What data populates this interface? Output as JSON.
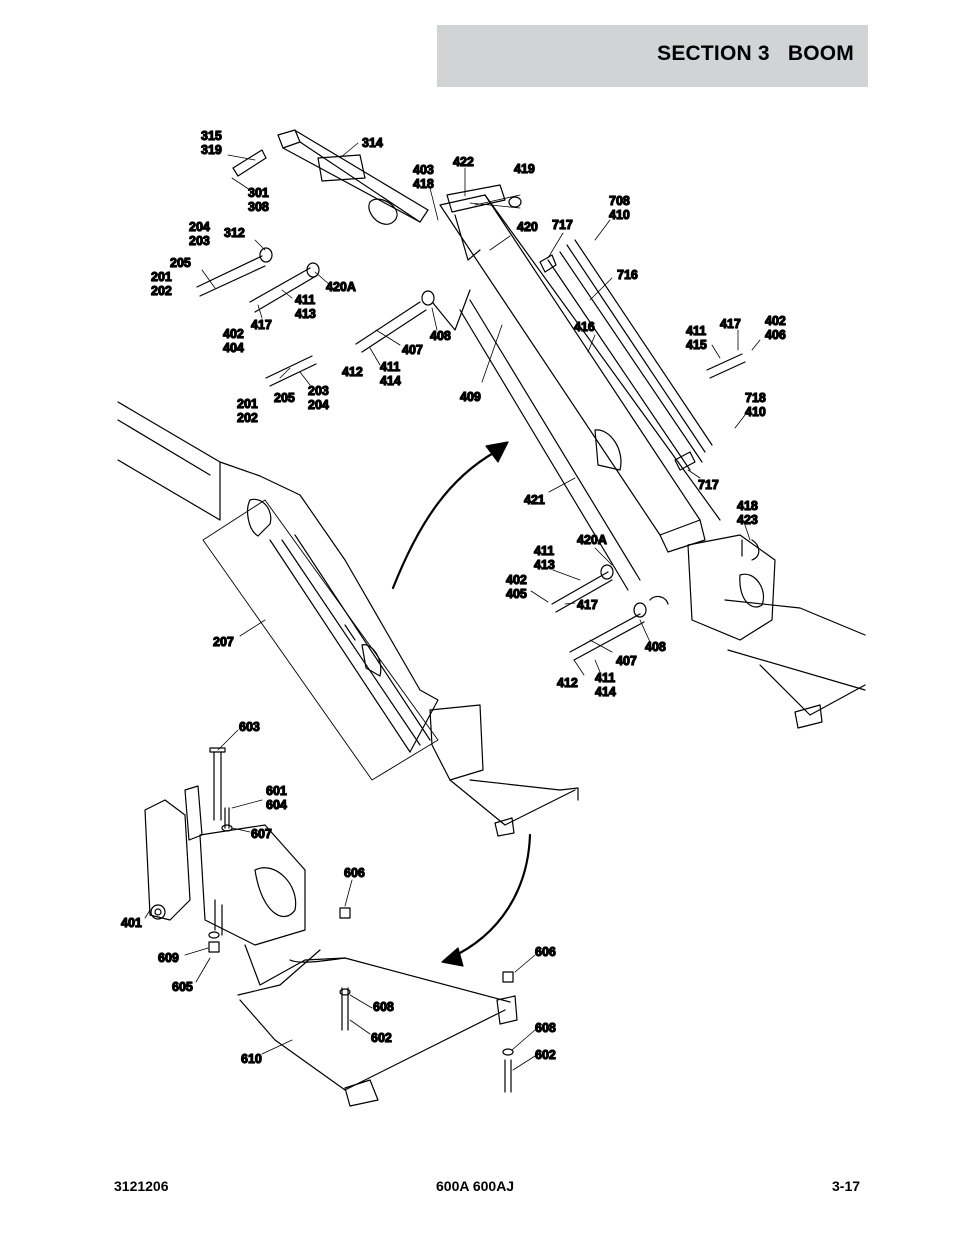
{
  "header": {
    "section_title": "SECTION 3   BOOM"
  },
  "footer": {
    "left": "3121206",
    "center": "600A 600AJ",
    "right": "3-17"
  },
  "callouts": {
    "c315_319": [
      "315",
      "319"
    ],
    "c314": [
      "314"
    ],
    "c301_308": [
      "301",
      "308"
    ],
    "c403_418": [
      "403",
      "418"
    ],
    "c422": [
      "422"
    ],
    "c419": [
      "419"
    ],
    "c204_203": [
      "204",
      "203"
    ],
    "c312": [
      "312"
    ],
    "c205a": [
      "205"
    ],
    "c201_202a": [
      "201",
      "202"
    ],
    "c420": [
      "420"
    ],
    "c717a": [
      "717"
    ],
    "c708_410": [
      "708",
      "410"
    ],
    "c716": [
      "716"
    ],
    "c420A_a": [
      "420A"
    ],
    "c411_413a": [
      "411",
      "413"
    ],
    "c417a": [
      "417"
    ],
    "c402_404": [
      "402",
      "404"
    ],
    "c408a": [
      "408"
    ],
    "c407a": [
      "407"
    ],
    "c412a": [
      "412"
    ],
    "c411_414a": [
      "411",
      "414"
    ],
    "c416": [
      "416"
    ],
    "c411_415": [
      "411",
      "415"
    ],
    "c417b": [
      "417"
    ],
    "c402_406": [
      "402",
      "406"
    ],
    "c201_202b": [
      "201",
      "202"
    ],
    "c205b": [
      "205"
    ],
    "c203_204": [
      "203",
      "204"
    ],
    "c409": [
      "409"
    ],
    "c718_410": [
      "718",
      "410"
    ],
    "c717b": [
      "717"
    ],
    "c421": [
      "421"
    ],
    "c418_423": [
      "418",
      "423"
    ],
    "c420A_b": [
      "420A"
    ],
    "c411_413b": [
      "411",
      "413"
    ],
    "c402_405": [
      "402",
      "405"
    ],
    "c417c": [
      "417"
    ],
    "c408b": [
      "408"
    ],
    "c407b": [
      "407"
    ],
    "c412b": [
      "412"
    ],
    "c411_414b": [
      "411",
      "414"
    ],
    "c207": [
      "207"
    ],
    "c603": [
      "603"
    ],
    "c601_604": [
      "601",
      "604"
    ],
    "c607": [
      "607"
    ],
    "c401": [
      "401"
    ],
    "c606a": [
      "606"
    ],
    "c609": [
      "609"
    ],
    "c605": [
      "605"
    ],
    "c606b": [
      "606"
    ],
    "c608a": [
      "608"
    ],
    "c602a": [
      "602"
    ],
    "c610": [
      "610"
    ],
    "c608b": [
      "608"
    ],
    "c602b": [
      "602"
    ]
  }
}
